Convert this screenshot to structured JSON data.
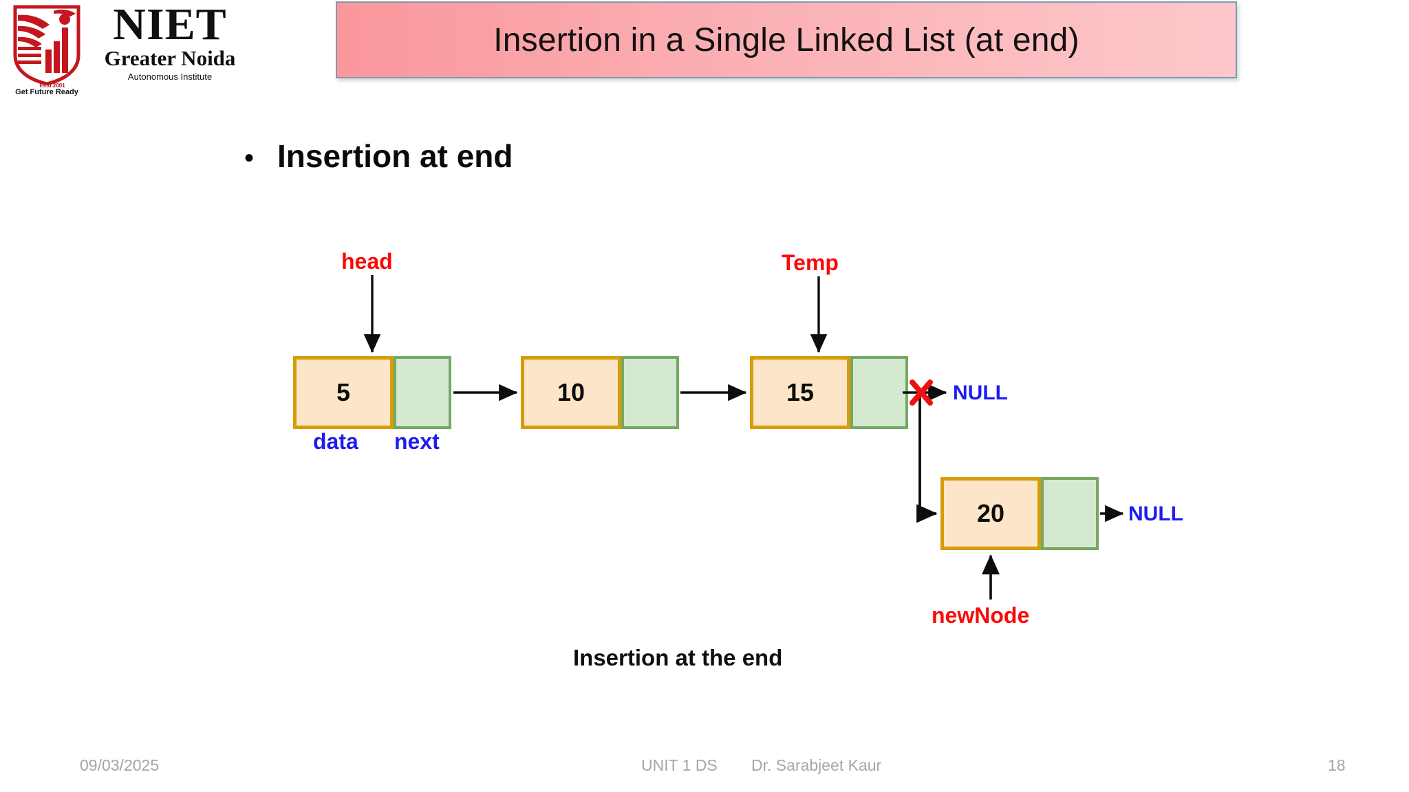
{
  "logo": {
    "name": "NIET",
    "location": "Greater Noida",
    "subtitle": "Autonomous Institute",
    "established": "Estd.2001",
    "tagline": "Get Future Ready",
    "mark_color": "#c4161c"
  },
  "header": {
    "title": "Insertion in a Single Linked List (at end)",
    "banner_gradient_from": "#fa979c",
    "banner_gradient_to": "#fdc8cb",
    "banner_border": "#7f9aac"
  },
  "body": {
    "bullet_symbol": "•",
    "bullet_label": "Insertion at end"
  },
  "diagram": {
    "caption": "Insertion at the end",
    "pointer_color": "#fc0808",
    "null_color": "#1d1df0",
    "data_cell_fill": "#fce5c8",
    "data_cell_border": "#d79d07",
    "next_cell_fill": "#d5e8d0",
    "next_cell_border": "#74a865",
    "break_marker": "X",
    "nodes": [
      {
        "value": "5",
        "pointer": "head"
      },
      {
        "value": "10",
        "pointer": ""
      },
      {
        "value": "15",
        "pointer": "Temp"
      },
      {
        "value": "20",
        "pointer": "newNode"
      }
    ],
    "field_labels": {
      "data": "data",
      "next": "next"
    },
    "null_labels": [
      "NULL",
      "NULL"
    ]
  },
  "footer": {
    "date": "09/03/2025",
    "unit": "UNIT 1 DS",
    "author": "Dr. Sarabjeet Kaur",
    "page": "18"
  }
}
